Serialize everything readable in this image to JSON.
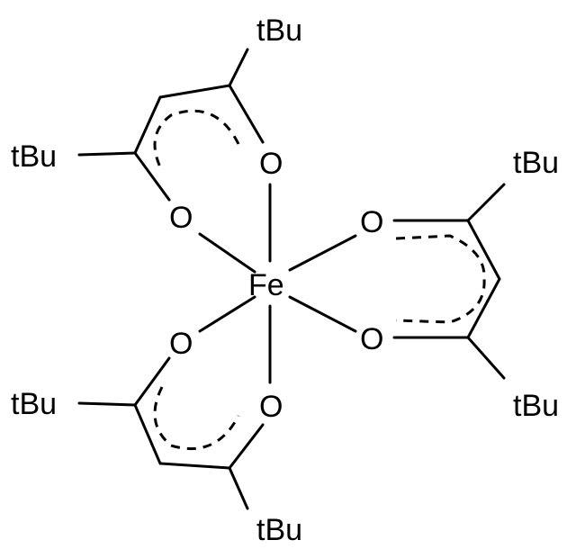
{
  "molecule": {
    "metal": "Fe",
    "oxygen_label": "O",
    "substituent_label": "tBu",
    "ligand_count": 3
  }
}
